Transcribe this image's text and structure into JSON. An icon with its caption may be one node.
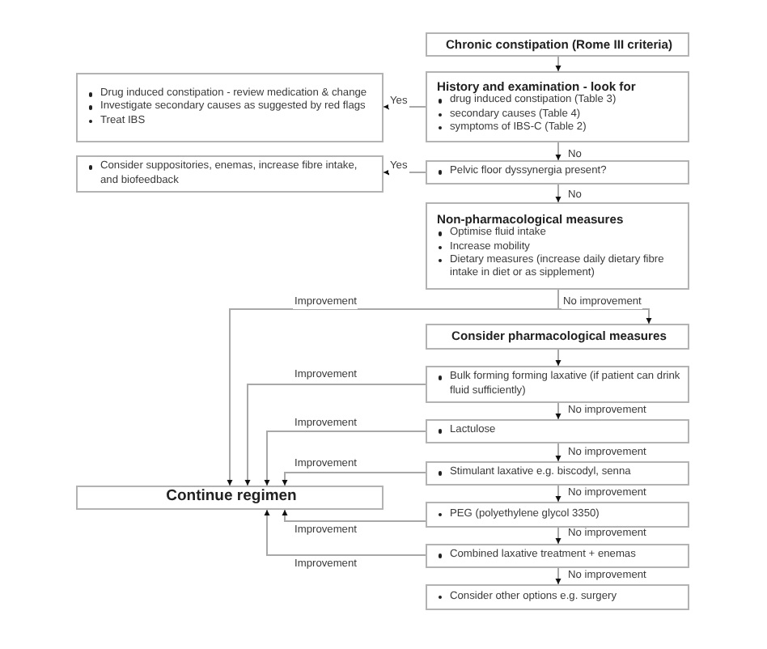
{
  "diagram": {
    "nodes": [
      {
        "text": [
          "Chronic constipation (Rome III criteria)"
        ]
      },
      {
        "text": [
          "**History and examination** - look for",
          "drug induced constipation (Table 3)",
          "secondary causes (Table 4)",
          "symptoms of IBS-C (Table 2)"
        ]
      },
      {
        "text": [
          "Drug induced constipation - review medication & change",
          "Investigate secondary causes as suggested by red flags",
          "Treat IBS"
        ]
      },
      {
        "text": [
          "Pelvic floor dyssynergia present?"
        ]
      },
      {
        "text": [
          "Consider suppositories, enemas, increase fibre intake, and biofeedback"
        ]
      },
      {
        "text": [
          "Non-pharmacological measures",
          "Optimise fluid intake",
          "Increase mobility",
          "Dietary measures (increase daily dietary fibre intake in diet or as sipplement)"
        ]
      },
      {
        "text": [
          "Consider pharmacological measures"
        ]
      },
      {
        "text": [
          "Bulk forming forming laxative (if patient can drink fluid sufficiently)"
        ]
      },
      {
        "text": [
          "Lactulose"
        ]
      },
      {
        "text": [
          "Stimulant laxative e.g. biscodyl, senna"
        ]
      },
      {
        "text": [
          "PEG (polyethylene glycol 3350)"
        ]
      },
      {
        "text": [
          "Combined laxative treatment + enemas"
        ]
      },
      {
        "text": [
          "Consider other options e.g. surgery"
        ]
      },
      {
        "text": [
          "Continue regimen"
        ]
      }
    ],
    "edges": [
      {
        "from": 0,
        "to": 1,
        "arrow": "to"
      },
      {
        "from": 1,
        "to": 2,
        "arrow": "to",
        "label": "Yes"
      },
      {
        "from": 1,
        "to": 3,
        "arrow": "to",
        "label": "No"
      },
      {
        "from": 3,
        "to": 4,
        "arrow": "to",
        "label": "Yes"
      },
      {
        "from": 3,
        "to": 5,
        "arrow": "to",
        "label": "No"
      },
      {
        "from": 5,
        "to": 6,
        "arrow": "to",
        "label": "No improvement"
      },
      {
        "from": 5,
        "to": 13,
        "arrow": "to",
        "label": "Improvement"
      },
      {
        "from": 6,
        "to": 7,
        "arrow": "to"
      },
      {
        "from": 7,
        "to": 8,
        "arrow": "to",
        "label": "No improvement"
      },
      {
        "from": 7,
        "to": 13,
        "arrow": "to",
        "label": "Improvement"
      },
      {
        "from": 8,
        "to": 9,
        "arrow": "to",
        "label": "No improvement"
      },
      {
        "from": 8,
        "to": 13,
        "arrow": "to",
        "label": "Improvement"
      },
      {
        "from": 9,
        "to": 10,
        "arrow": "to",
        "label": "No improvement"
      },
      {
        "from": 9,
        "to": 13,
        "arrow": "to",
        "label": "Improvement"
      },
      {
        "from": 10,
        "to": 11,
        "arrow": "to",
        "label": "No improvement"
      },
      {
        "from": 10,
        "to": 13,
        "arrow": "to",
        "label": "Improvement"
      },
      {
        "from": 11,
        "to": 12,
        "arrow": "to",
        "label": "No improvement"
      },
      {
        "from": 11,
        "to": 13,
        "arrow": "to",
        "label": "Improvement"
      }
    ]
  }
}
